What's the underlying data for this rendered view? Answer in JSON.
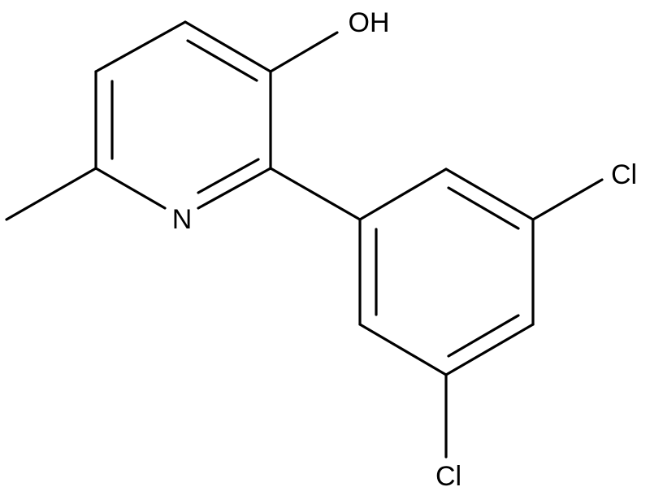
{
  "molecule": {
    "atoms": {
      "hydroxyl": "OH",
      "nitrogen": "N",
      "chlorine_upper": "Cl",
      "chlorine_lower": "Cl"
    }
  }
}
